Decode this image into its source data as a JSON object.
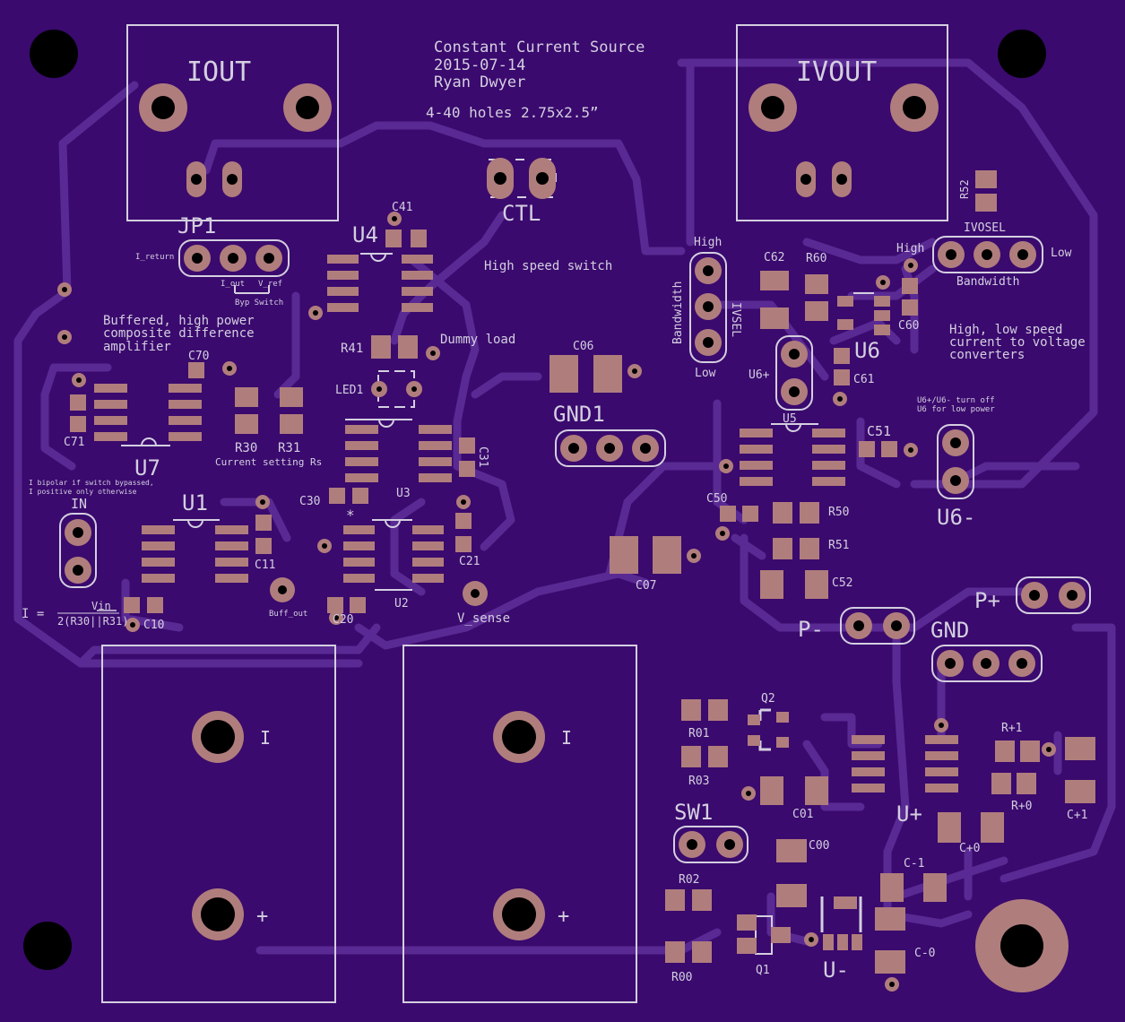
{
  "colors": {
    "board": "#3a0a6e",
    "trace": "#5a2a94",
    "silk": "#d4cfe0",
    "copper": "#b07d7d",
    "hole": "#000000"
  },
  "header": {
    "title": "Constant Current Source",
    "date": "2015-07-14",
    "author": "Ryan Dwyer",
    "holes": "4-40 holes 2.75x2.5”"
  },
  "labels": {
    "iout": "IOUT",
    "ivout": "IVOUT",
    "jp1": "JP1",
    "ctl": "CTL",
    "u4": "U4",
    "c41": "C41",
    "i_return": "I_return",
    "i_out": "I_out",
    "v_ref": "V_ref",
    "byp_switch": "Byp Switch",
    "high_speed_switch": "High speed switch",
    "buffered_1": "Buffered, high power",
    "buffered_2": "composite difference",
    "buffered_3": "amplifier",
    "r41": "R41",
    "dummy_load": "Dummy load",
    "led1": "LED1",
    "c70": "C70",
    "c71": "C71",
    "u7": "U7",
    "r30": "R30",
    "r31": "R31",
    "current_setting": "Current setting Rs",
    "c31": "C31",
    "c06": "C06",
    "gnd1": "GND1",
    "bipolar_1": "I bipolar if switch bypassed,",
    "bipolar_2": "I positive only otherwise",
    "in": "IN",
    "u1": "U1",
    "c11": "C11",
    "c10": "C10",
    "buff_out": "Buff_out",
    "formula_i": "I =",
    "formula_num": "Vin",
    "formula_den": "2(R30||R31)",
    "c30": "C30",
    "u3": "U3",
    "u2": "U2",
    "c21": "C21",
    "c20": "C20",
    "v_sense": "V_sense",
    "c07": "C07",
    "high_left": "High",
    "bandwidth_left": "Bandwidth",
    "ivsel_left": "IVSEL",
    "low_left": "Low",
    "c62": "C62",
    "r60": "R60",
    "u6": "U6",
    "c60": "C60",
    "u6plus": "U6+",
    "c61": "C61",
    "u5": "U5",
    "c51": "C51",
    "c50": "C50",
    "r50": "R50",
    "r51": "R51",
    "c52": "C52",
    "r52": "R52",
    "high_right": "High",
    "ivosel": "IVOSEL",
    "low_right": "Low",
    "bandwidth_right": "Bandwidth",
    "conv_1": "High, low speed",
    "conv_2": "current to voltage",
    "conv_3": "converters",
    "u6note_1": "U6+/U6- turn off",
    "u6note_2": "U6 for low power",
    "u6minus": "U6-",
    "pplus": "P+",
    "pminus": "P-",
    "gnd": "GND",
    "batt_i_left": "I",
    "batt_plus_left": "+",
    "batt_i_right": "I",
    "batt_plus_right": "+",
    "q2": "Q2",
    "r01": "R01",
    "r03": "R03",
    "c01": "C01",
    "sw1": "SW1",
    "c00": "C00",
    "r02": "R02",
    "r00": "R00",
    "q1": "Q1",
    "uminus": "U-",
    "cminus1": "C-1",
    "cminus0": "C-0",
    "uplus": "U+",
    "cplus0": "C+0",
    "rplus1": "R+1",
    "rplus0": "R+0",
    "cplus1": "C+1"
  }
}
